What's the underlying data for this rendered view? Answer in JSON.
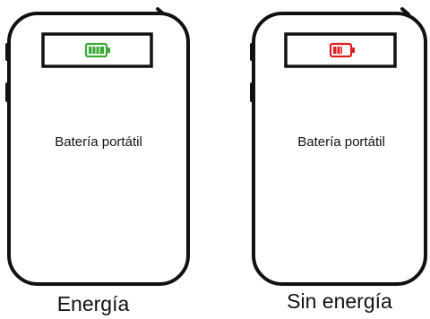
{
  "devices": [
    {
      "label": "Batería portátil",
      "caption": "Energía",
      "battery_state": "full",
      "battery_color": "#3aaa35",
      "charge_level": 1.0
    },
    {
      "label": "Batería portátil",
      "caption": "Sin energía",
      "battery_state": "low",
      "battery_color": "#e02020",
      "charge_level": 0.6
    }
  ],
  "colors": {
    "outline": "#111111",
    "background": "#ffffff"
  }
}
